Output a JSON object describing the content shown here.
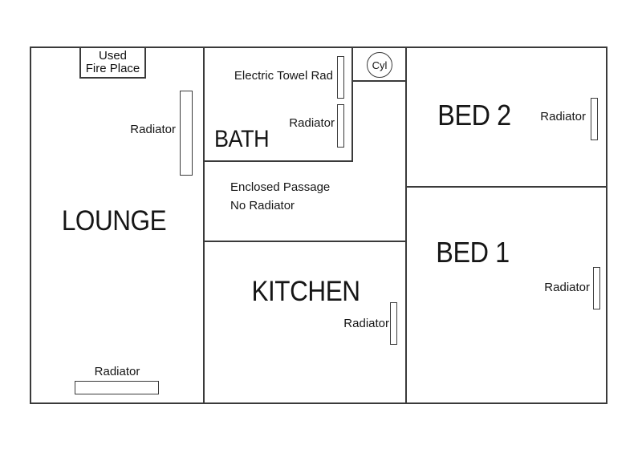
{
  "colors": {
    "background": "#ffffff",
    "line": "#3a3a3a",
    "text": "#161616"
  },
  "rooms": {
    "lounge": {
      "label": "LOUNGE"
    },
    "bath": {
      "label": "BATH"
    },
    "kitchen": {
      "label": "KITCHEN"
    },
    "bed2": {
      "label": "BED 2"
    },
    "bed1": {
      "label": "BED 1"
    }
  },
  "passage": {
    "line1": "Enclosed Passage",
    "line2": "No Radiator"
  },
  "fireplace": {
    "line1": "Used",
    "line2": "Fire Place"
  },
  "cylinder": {
    "label": "Cyl"
  },
  "radiators": {
    "lounge_wall": {
      "label": "Radiator"
    },
    "lounge_bottom": {
      "label": "Radiator"
    },
    "bath_towel": {
      "label": "Electric Towel Rad"
    },
    "bath": {
      "label": "Radiator"
    },
    "kitchen": {
      "label": "Radiator"
    },
    "bed2": {
      "label": "Radiator"
    },
    "bed1": {
      "label": "Radiator"
    }
  }
}
